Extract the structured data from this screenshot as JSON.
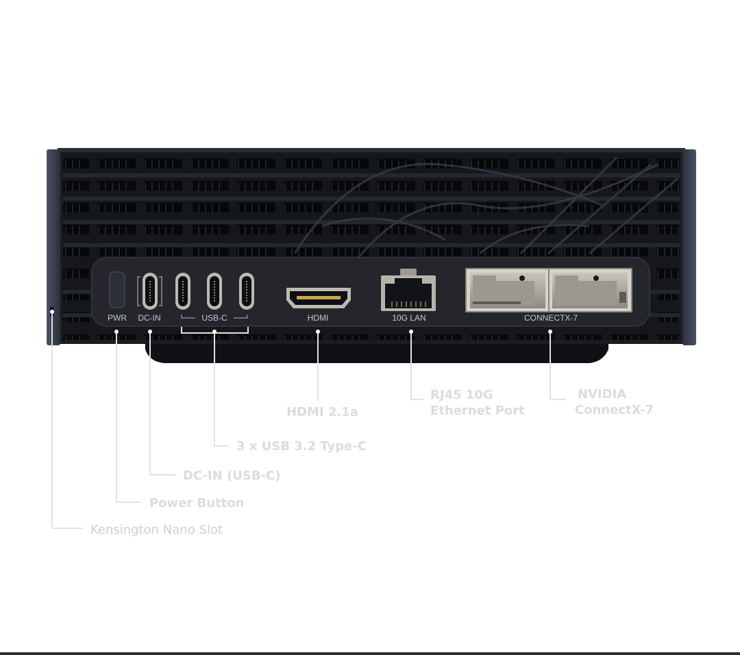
{
  "device": {
    "port_labels": {
      "pwr": "PWR",
      "dc_in": "DC-IN",
      "usb_c": "USB-C",
      "hdmi": "HDMI",
      "lan": "10G LAN",
      "connectx": "CONNECTX-7"
    }
  },
  "callouts": [
    {
      "id": "kensington",
      "text": "Kensington Nano Slot"
    },
    {
      "id": "power",
      "text": "Power Button"
    },
    {
      "id": "dcin",
      "text": "DC-IN (USB-C)"
    },
    {
      "id": "usb",
      "text": "3 x USB 3.2 Type-C"
    },
    {
      "id": "hdmi",
      "text": "HDMI 2.1a"
    },
    {
      "id": "rj45_line1",
      "text": "RJ45 10G"
    },
    {
      "id": "rj45_line2",
      "text": "Ethernet Port"
    },
    {
      "id": "nvidia_line1",
      "text": "NVIDIA"
    },
    {
      "id": "nvidia_line2",
      "text": "ConnectX-7"
    }
  ],
  "colors": {
    "chassis": "#1b1d22",
    "side_cap": "#3a4152",
    "panel": "#24262b",
    "port_metal": "#a9a59d",
    "callout_line": "#e2e2e2",
    "callout_text": "#dcdcdc",
    "port_label": "#c7c9ce"
  }
}
